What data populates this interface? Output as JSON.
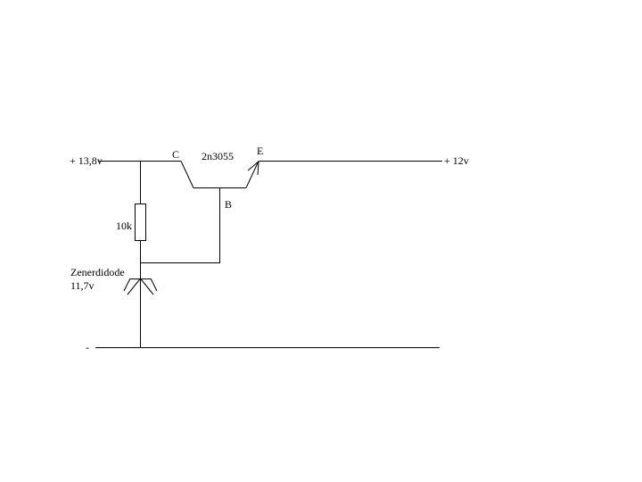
{
  "labels": {
    "input_voltage": "+ 13,8v",
    "output_voltage": "+ 12v",
    "collector": "C",
    "emitter": "E",
    "base": "B",
    "transistor": "2n3055",
    "resistor": "10k",
    "zener_name": "Zenerdidode",
    "zener_voltage": "11,7v",
    "ground": "-"
  },
  "colors": {
    "line": "#000000",
    "background": "#ffffff"
  }
}
